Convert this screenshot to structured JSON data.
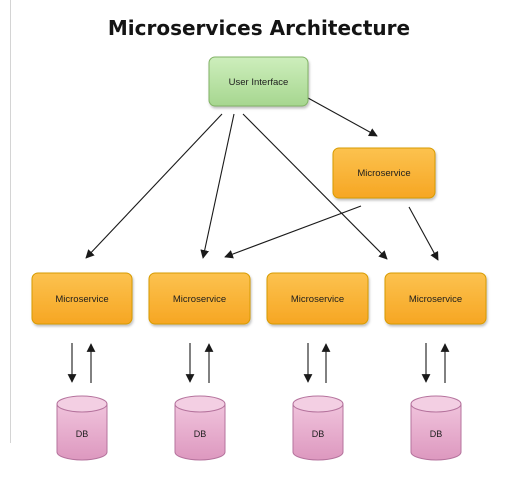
{
  "title": "Microservices Architecture",
  "nodes": {
    "ui": {
      "label": "User Interface",
      "fill": "#b9e2a6",
      "stroke": "#82b366"
    },
    "top_service": {
      "label": "Microservice",
      "fill": "#fbb73a",
      "stroke": "#d79b00"
    },
    "services": [
      {
        "label": "Microservice"
      },
      {
        "label": "Microservice"
      },
      {
        "label": "Microservice"
      },
      {
        "label": "Microservice"
      }
    ],
    "service_fill": "#fbb73a",
    "service_stroke": "#d79b00",
    "databases": [
      {
        "label": "DB"
      },
      {
        "label": "DB"
      },
      {
        "label": "DB"
      },
      {
        "label": "DB"
      }
    ],
    "db_fill": "#e6a9ca",
    "db_stroke": "#b5739d"
  },
  "edges": [
    {
      "from": "User Interface",
      "to": "Microservice (top right)"
    },
    {
      "from": "User Interface",
      "to": "Microservice 1"
    },
    {
      "from": "User Interface",
      "to": "Microservice 2"
    },
    {
      "from": "User Interface",
      "to": "Microservice 4"
    },
    {
      "from": "Microservice (top right)",
      "to": "Microservice 2"
    },
    {
      "from": "Microservice (top right)",
      "to": "Microservice 4"
    },
    {
      "from": "Microservice 1",
      "to": "DB 1",
      "bidirectional": true
    },
    {
      "from": "Microservice 2",
      "to": "DB 2",
      "bidirectional": true
    },
    {
      "from": "Microservice 3",
      "to": "DB 3",
      "bidirectional": true
    },
    {
      "from": "Microservice 4",
      "to": "DB 4",
      "bidirectional": true
    }
  ],
  "colors": {
    "line": "#1a1a1a",
    "db_shading": "#d592b7"
  }
}
